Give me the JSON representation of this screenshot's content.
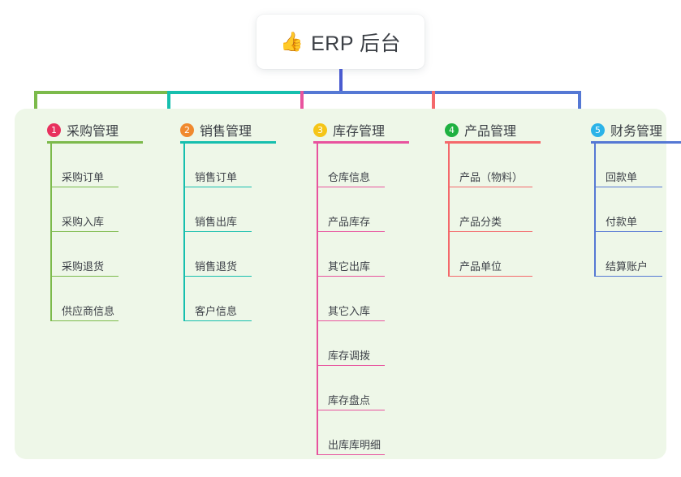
{
  "root": {
    "icon": "thumbs-up-icon",
    "icon_glyph": "👍",
    "title": "ERP 后台"
  },
  "theme": {
    "panel_bg": "#eef7e8",
    "page_bg": "#ffffff",
    "card_bg": "#ffffff",
    "text": "#3b3f45",
    "stem_color": "#4a5bd0"
  },
  "columns": [
    {
      "index": "1",
      "title": "采购管理",
      "badge_color": "#e8315e",
      "line_color": "#7cba4b",
      "items": [
        "采购订单",
        "采购入库",
        "采购退货",
        "供应商信息"
      ]
    },
    {
      "index": "2",
      "title": "销售管理",
      "badge_color": "#f0892e",
      "line_color": "#16bfae",
      "items": [
        "销售订单",
        "销售出库",
        "销售退货",
        "客户信息"
      ]
    },
    {
      "index": "3",
      "title": "库存管理",
      "badge_color": "#f5c518",
      "line_color": "#e8539e",
      "items": [
        "仓库信息",
        "产品库存",
        "其它出库",
        "其它入库",
        "库存调拨",
        "库存盘点",
        "出库库明细"
      ]
    },
    {
      "index": "4",
      "title": "产品管理",
      "badge_color": "#1fb141",
      "line_color": "#f4696b",
      "items": [
        "产品（物料）",
        "产品分类",
        "产品单位"
      ]
    },
    {
      "index": "5",
      "title": "财务管理",
      "badge_color": "#2bb3e8",
      "line_color": "#5578d4",
      "items": [
        "回款单",
        "付款单",
        "结算账户"
      ]
    }
  ]
}
